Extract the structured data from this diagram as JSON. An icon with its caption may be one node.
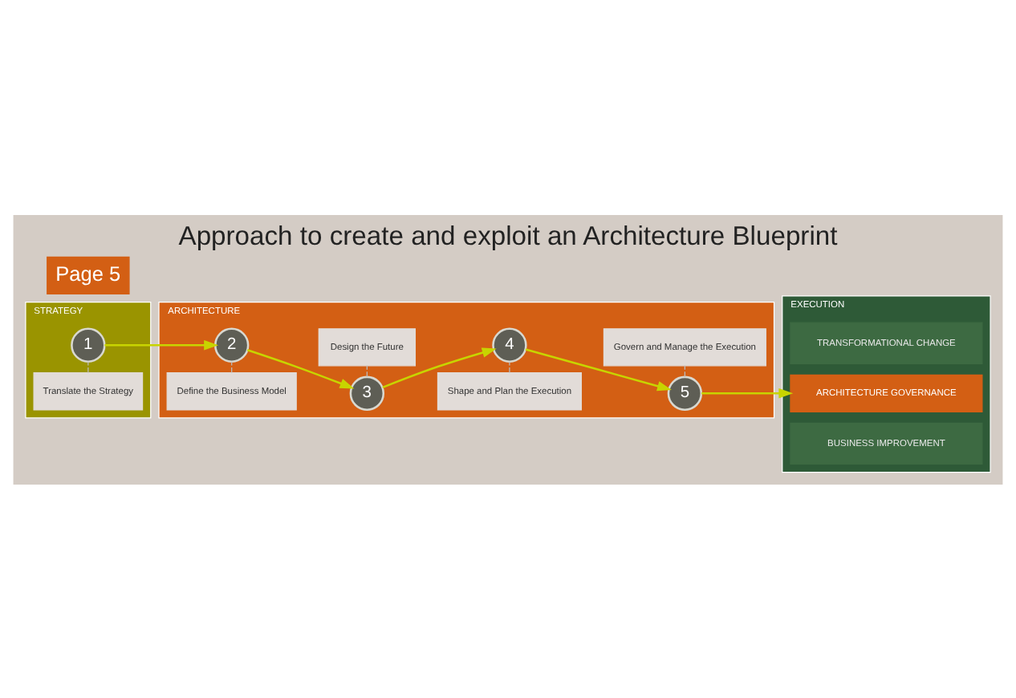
{
  "diagram": {
    "title": "Approach to create and exploit an Architecture Blueprint",
    "caption": "Page 5",
    "nodes": [
      {
        "text": [
          "STRATEGY"
        ]
      },
      {
        "text": [
          "Translate the Strategy"
        ],
        "in": 0
      },
      {
        "text": [
          "1"
        ],
        "in": 0
      },
      {
        "text": [
          "ARCHITECTURE"
        ]
      },
      {
        "text": [
          "Define the Business Model"
        ],
        "in": 3
      },
      {
        "text": [
          "2"
        ],
        "in": 3
      },
      {
        "text": [
          "Design the Future"
        ],
        "in": 3
      },
      {
        "text": [
          "3"
        ],
        "in": 3
      },
      {
        "text": [
          "Shape and Plan the Execution"
        ],
        "in": 3
      },
      {
        "text": [
          "4"
        ],
        "in": 3
      },
      {
        "text": [
          "Govern and Manage the Execution"
        ],
        "in": 3
      },
      {
        "text": [
          "5"
        ],
        "in": 3
      },
      {
        "text": [
          "EXECUTION"
        ]
      },
      {
        "text": [
          "TRANSFORMATIONAL CHANGE"
        ],
        "in": 12
      },
      {
        "text": [
          "ARCHITECTURE GOVERNANCE"
        ],
        "in": 12
      },
      {
        "text": [
          "BUSINESS IMPROVEMENT"
        ],
        "in": 12
      }
    ],
    "edges": [
      {
        "from": 1,
        "to": 2,
        "arrow": "none",
        "style": "dashed"
      },
      {
        "from": 4,
        "to": 5,
        "arrow": "none",
        "style": "dashed"
      },
      {
        "from": 7,
        "to": 6,
        "arrow": "none",
        "style": "dashed"
      },
      {
        "from": 8,
        "to": 9,
        "arrow": "none",
        "style": "dashed"
      },
      {
        "from": 11,
        "to": 10,
        "arrow": "none",
        "style": "dashed"
      },
      {
        "from": 2,
        "to": 5,
        "arrow": "to",
        "color": "#c8d400"
      },
      {
        "from": 5,
        "to": 7,
        "arrow": "to",
        "color": "#c8d400"
      },
      {
        "from": 7,
        "to": 9,
        "arrow": "to",
        "color": "#c8d400"
      },
      {
        "from": 9,
        "to": 11,
        "arrow": "to",
        "color": "#c8d400"
      },
      {
        "from": 11,
        "to": 14,
        "arrow": "to",
        "color": "#c8d400"
      }
    ]
  }
}
